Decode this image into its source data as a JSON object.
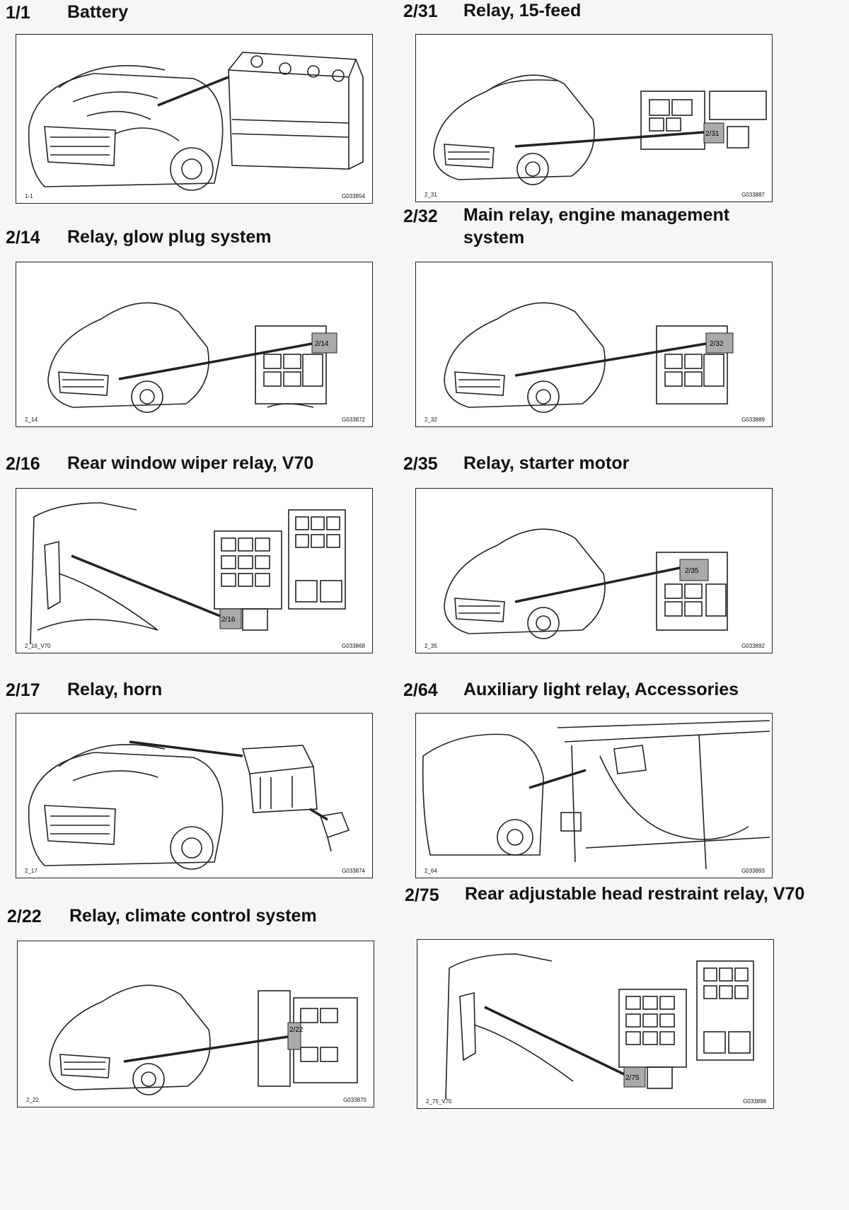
{
  "entries": [
    {
      "code": "1/1",
      "title": "Battery",
      "panel_id": "1-1",
      "panel_ref": "G033854",
      "tag": ""
    },
    {
      "code": "2/31",
      "title": "Relay, 15-feed",
      "panel_id": "2_31",
      "panel_ref": "G033887",
      "tag": "2/31"
    },
    {
      "code": "2/14",
      "title": "Relay, glow plug system",
      "panel_id": "2_14",
      "panel_ref": "G033872",
      "tag": "2/14"
    },
    {
      "code": "2/32",
      "title": "Main relay, engine management system",
      "panel_id": "2_32",
      "panel_ref": "G033889",
      "tag": "2/32"
    },
    {
      "code": "2/16",
      "title": "Rear window wiper relay, V70",
      "panel_id": "2_16_V70",
      "panel_ref": "G033868",
      "tag": "2/16"
    },
    {
      "code": "2/35",
      "title": "Relay, starter motor",
      "panel_id": "2_35",
      "panel_ref": "G033892",
      "tag": "2/35"
    },
    {
      "code": "2/17",
      "title": "Relay, horn",
      "panel_id": "2_17",
      "panel_ref": "G033874",
      "tag": ""
    },
    {
      "code": "2/64",
      "title": "Auxiliary light relay, Accessories",
      "panel_id": "2_64",
      "panel_ref": "G033893",
      "tag": ""
    },
    {
      "code": "2/22",
      "title": "Relay, climate control system",
      "panel_id": "2_22",
      "panel_ref": "G033870",
      "tag": "2/22"
    },
    {
      "code": "2/75",
      "title": "Rear adjustable head restraint relay, V70",
      "panel_id": "2_75_V70",
      "panel_ref": "G033898",
      "tag": "2/75"
    }
  ]
}
